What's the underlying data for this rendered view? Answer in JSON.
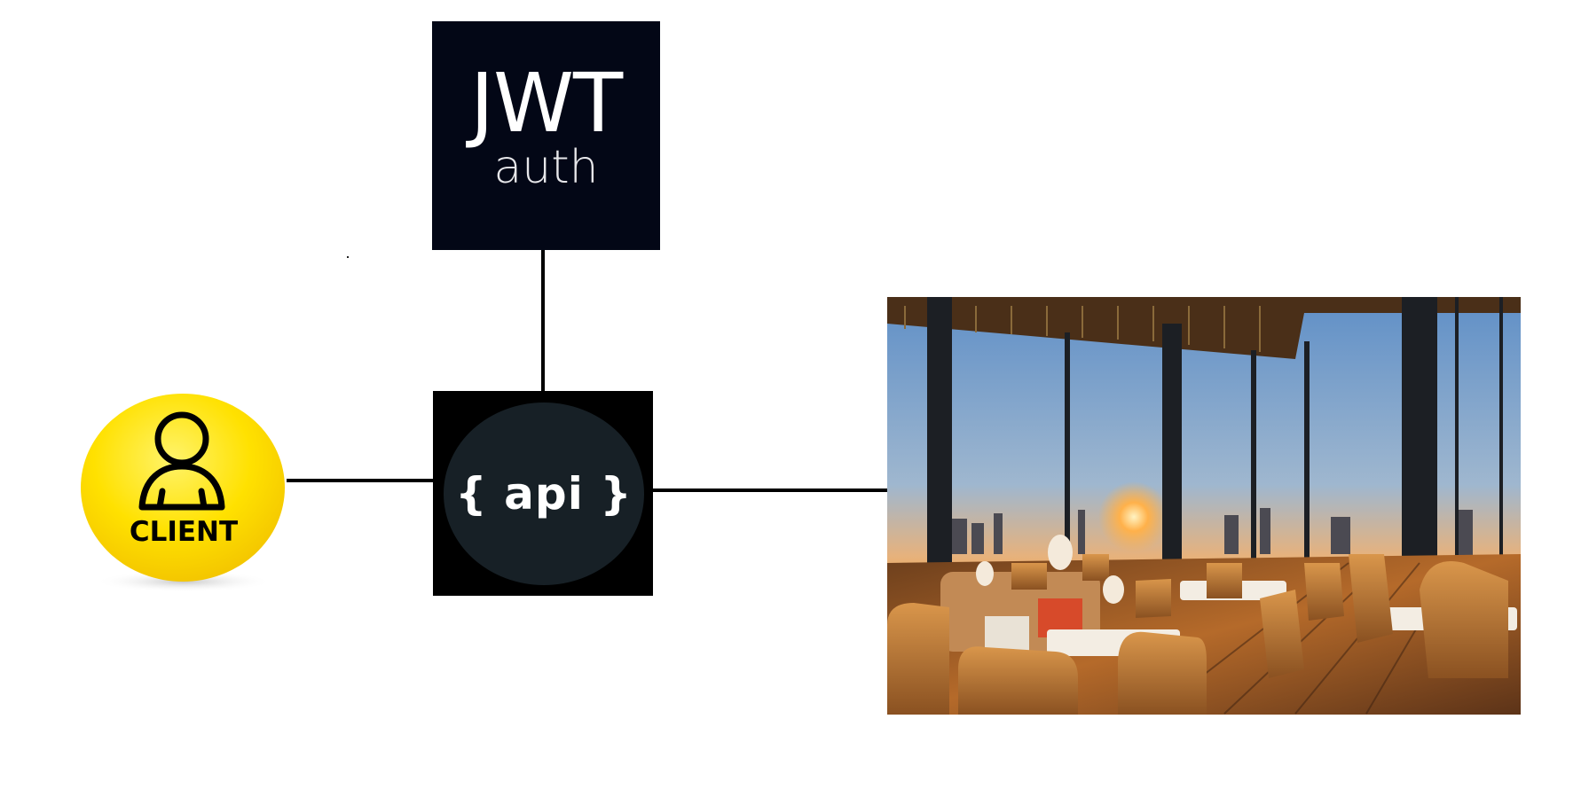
{
  "jwt": {
    "title": "JWT",
    "subtitle": "auth"
  },
  "api": {
    "label": "{ api }"
  },
  "client": {
    "label": "CLIENT",
    "icon": "person-icon"
  },
  "restaurant": {
    "icon": "restaurant-photo"
  },
  "colors": {
    "jwt_background": "#030716",
    "api_box": "#000000",
    "api_circle": "#172026",
    "client_yellow": "#ffe100",
    "connector": "#000000"
  }
}
